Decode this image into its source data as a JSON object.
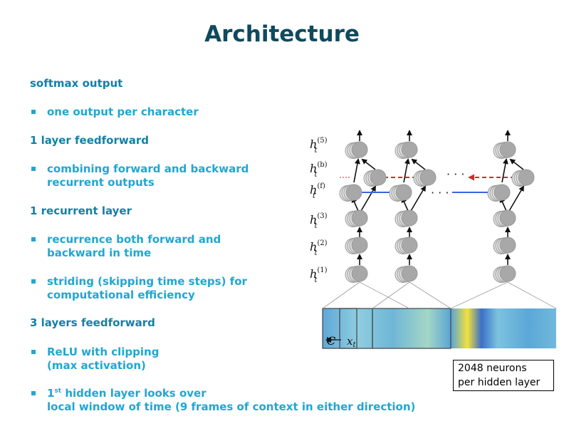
{
  "slide": {
    "title": "Architecture",
    "sections": [
      {
        "heading": "softmax output",
        "bullets": [
          "one output per character"
        ]
      },
      {
        "heading": "1 layer feedforward",
        "bullets": [
          [
            "combining forward and backward",
            "recurrent outputs"
          ]
        ]
      },
      {
        "heading": "1 recurrent layer",
        "bullets": [
          [
            "recurrence both forward and",
            "backward in time"
          ],
          [
            "striding (skipping time steps) for",
            "computational efficiency"
          ]
        ]
      },
      {
        "heading": "3 layers feedforward",
        "bullets": [
          [
            "ReLU with clipping",
            "(max activation)"
          ],
          {
            "pre": "1",
            "sup": "st",
            "post": " hidden layer looks over",
            "line2": "local window of time (9 frames of context in either direction)"
          }
        ]
      }
    ]
  },
  "figure": {
    "layer_labels": [
      {
        "base": "h",
        "sub": "t",
        "sup": "(5)"
      },
      {
        "base": "h",
        "sub": "t",
        "sup": "(b)"
      },
      {
        "base": "h",
        "sub": "t",
        "sup": "(f)"
      },
      {
        "base": "h",
        "sub": "t",
        "sup": "(3)"
      },
      {
        "base": "h",
        "sub": "t",
        "sup": "(2)"
      },
      {
        "base": "h",
        "sub": "t",
        "sup": "(1)"
      }
    ],
    "ellipsis": "· · ·",
    "context_label": "C",
    "input_label": {
      "base": "x",
      "sub": "t"
    },
    "colors": {
      "forward": "#3b63e6",
      "backward": "#d8282a",
      "node": "#a8a8a8"
    }
  },
  "callout": {
    "line1": "2048 neurons",
    "line2": "per hidden layer"
  }
}
